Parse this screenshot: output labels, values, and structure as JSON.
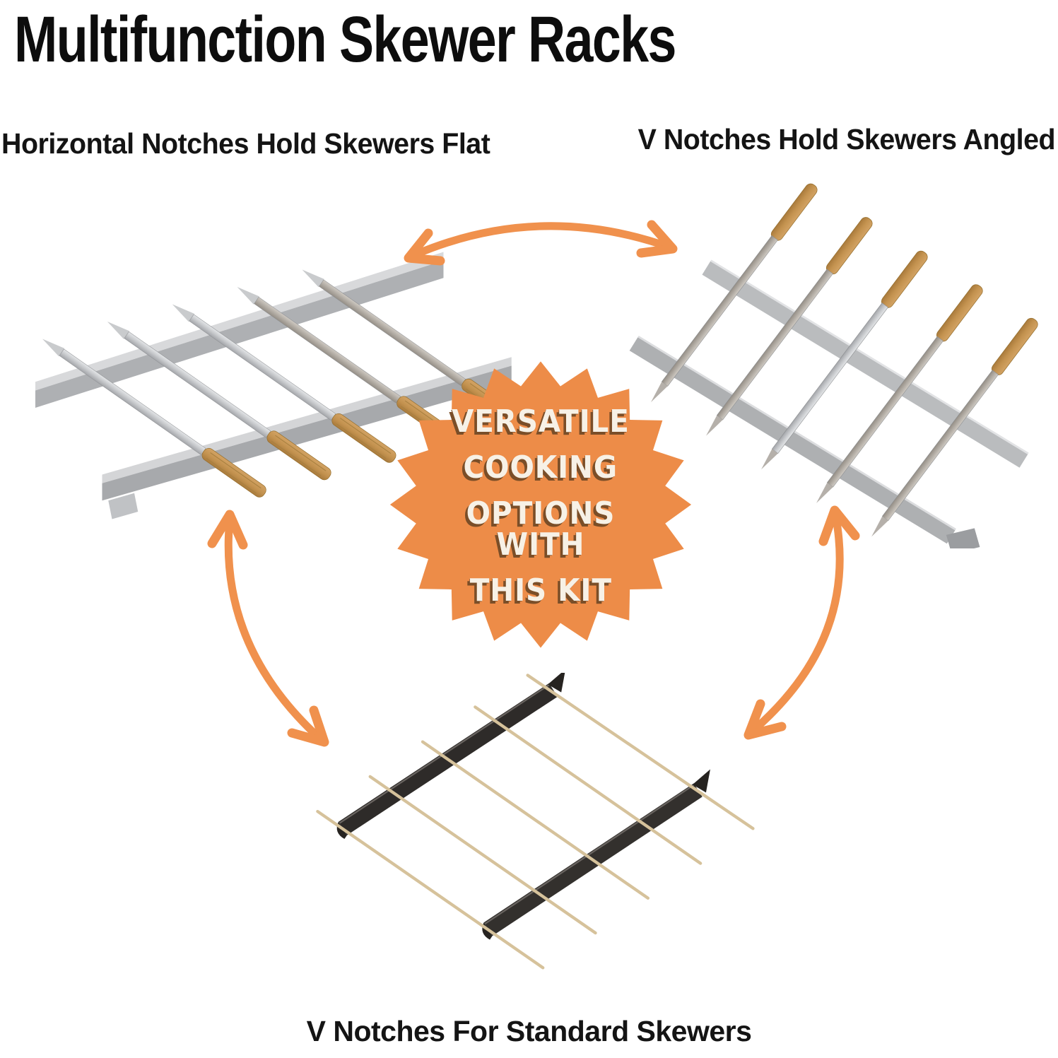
{
  "title": "Multifunction Skewer Racks",
  "captions": {
    "top_left": "Horizontal Notches Hold Skewers Flat",
    "top_right": "V Notches Hold Skewers Angled",
    "bottom": "V Notches For Standard Skewers"
  },
  "badge": {
    "lines": [
      "VERSATILE",
      "COOKING",
      "OPTIONS WITH",
      "THIS KIT"
    ]
  },
  "photos": {
    "top_left": "five flat stainless skewers with wooden handles resting horizontally on two steel rack rails",
    "top_right": "five stainless skewers with wooden handles held at an angle in V notches of steel rails",
    "bottom": "five thin bamboo skewers resting in V notches of two black angle rails"
  },
  "colors": {
    "background": "#FFFFFF",
    "heading_text": "#0E0E0E",
    "arrow_orange": "#F0914D",
    "badge_orange": "#ED8C48",
    "badge_text": "#F7F1E6",
    "badge_text_shadow": "#7A4E28",
    "steel_light": "#D8D9DB",
    "steel_mid": "#AEB0B3",
    "wood_handle": "#C3924F",
    "bamboo": "#D6C29B",
    "black_rail": "#2E2B29"
  },
  "icons": {
    "top_arrow": "curved-double-arrow-horizontal-icon",
    "left_arrow": "curved-double-arrow-vertical-left-icon",
    "right_arrow": "curved-double-arrow-vertical-right-icon",
    "badge_shape": "starburst-badge-icon"
  }
}
